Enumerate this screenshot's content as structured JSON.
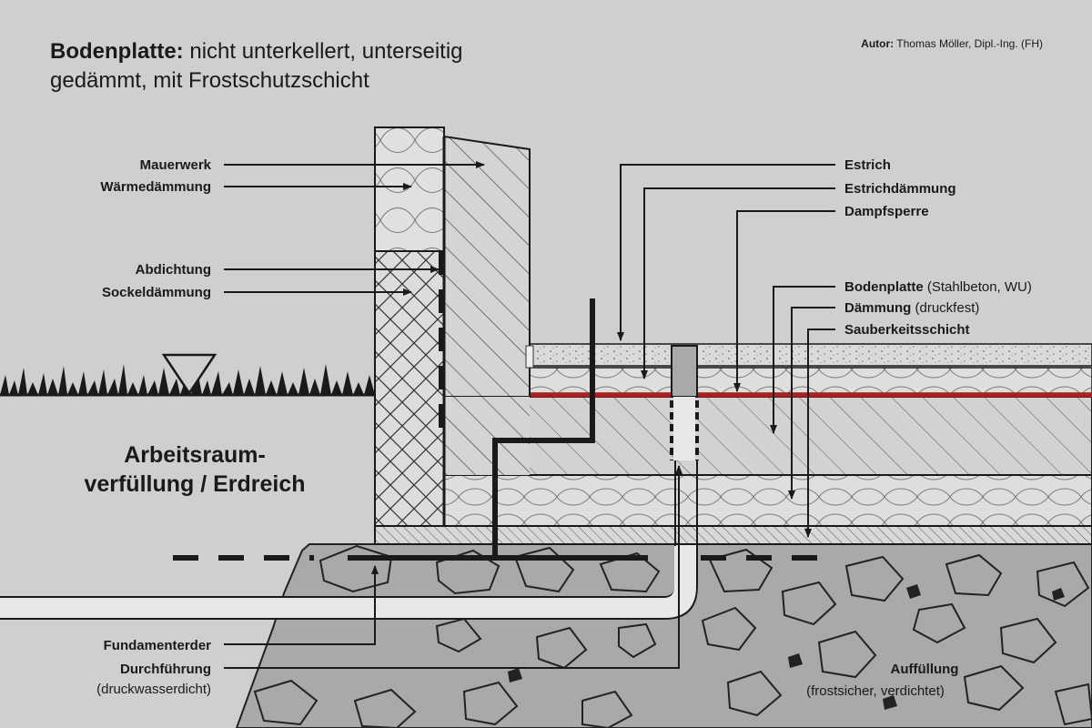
{
  "title": {
    "bold": "Bodenplatte:",
    "line1_rest": " nicht unterkellert, unterseitig",
    "line2": "gedämmt, mit Frostschutzschicht"
  },
  "author": {
    "label": "Autor:",
    "name": " Thomas Möller, Dipl.-Ing. (FH)"
  },
  "labels": {
    "mauerwerk": "Mauerwerk",
    "waermedaemmung": "Wärmedämmung",
    "abdichtung": "Abdichtung",
    "sockeldaemmung": "Sockeldämmung",
    "estrich": "Estrich",
    "estrichdaemmung": "Estrichdämmung",
    "dampfsperre": "Dampfsperre",
    "bodenplatte": "Bodenplatte",
    "bodenplatte_detail": " (Stahlbeton, WU)",
    "daemmung": "Dämmung",
    "daemmung_detail": " (druckfest)",
    "sauberkeitsschicht": "Sauberkeitsschicht",
    "arbeitsraum_line1": "Arbeitsraum-",
    "arbeitsraum_line2": "verfüllung / Erdreich",
    "fundamenterder": "Fundamenterder",
    "durchfuehrung": "Durchführung",
    "durchfuehrung_detail": "(druckwasserdicht)",
    "auffuellung": "Auffüllung",
    "auffuellung_detail": "(frostsicher, verdichtet)"
  },
  "colors": {
    "background": "#cfcfcf",
    "gravel": "#a9a9a9",
    "dampfsperre": "#b01e1e",
    "lines": "#1a1a1a"
  }
}
